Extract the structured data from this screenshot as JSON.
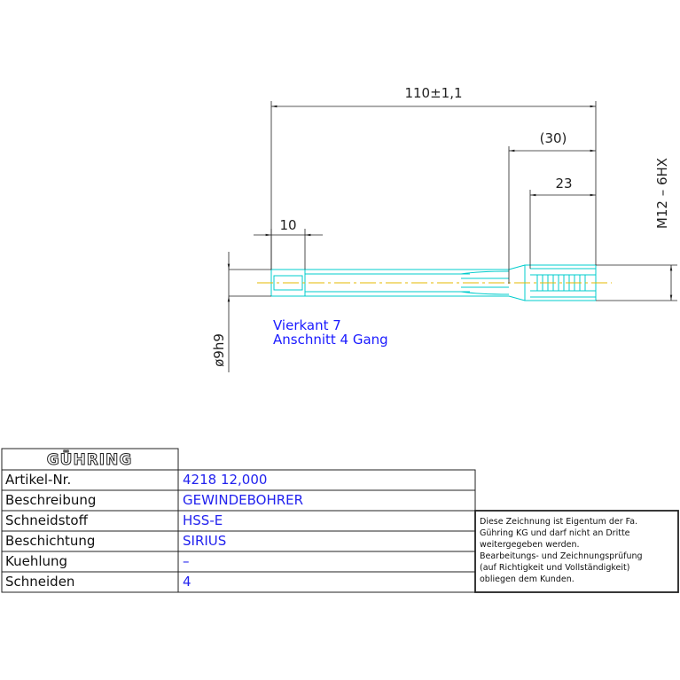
{
  "dimensions": {
    "overall_length": "110±1,1",
    "thread_length": "(30)",
    "chamfer_length": "23",
    "square_length": "10",
    "shank_diameter": "ø9h9",
    "thread_size": "M12 – 6HX"
  },
  "notes": {
    "square": "Vierkant 7",
    "chamfer": "Anschnitt 4 Gang"
  },
  "title_block": {
    "logo": "GÜHRING",
    "rows": [
      {
        "label": "Artikel-Nr.",
        "value": "4218 12,000"
      },
      {
        "label": "Beschreibung",
        "value": "GEWINDEBOHRER"
      },
      {
        "label": "Schneidstoff",
        "value": "HSS-E"
      },
      {
        "label": "Beschichtung",
        "value": "SIRIUS"
      },
      {
        "label": "Kuehlung",
        "value": "–"
      },
      {
        "label": "Schneiden",
        "value": "4"
      }
    ]
  },
  "disclaimer": {
    "lines": [
      "Diese Zeichnung ist Eigentum der Fa.",
      "Gühring KG und darf nicht an Dritte",
      "weitergegeben werden.",
      "Bearbeitungs- und Zeichnungsprüfung",
      "(auf Richtigkeit und Vollständigkeit)",
      "obliegen dem Kunden."
    ]
  },
  "colors": {
    "outline": "#00cccc",
    "dimension": "#222222",
    "centerline": "#e6b800",
    "note": "#1a1aff"
  }
}
